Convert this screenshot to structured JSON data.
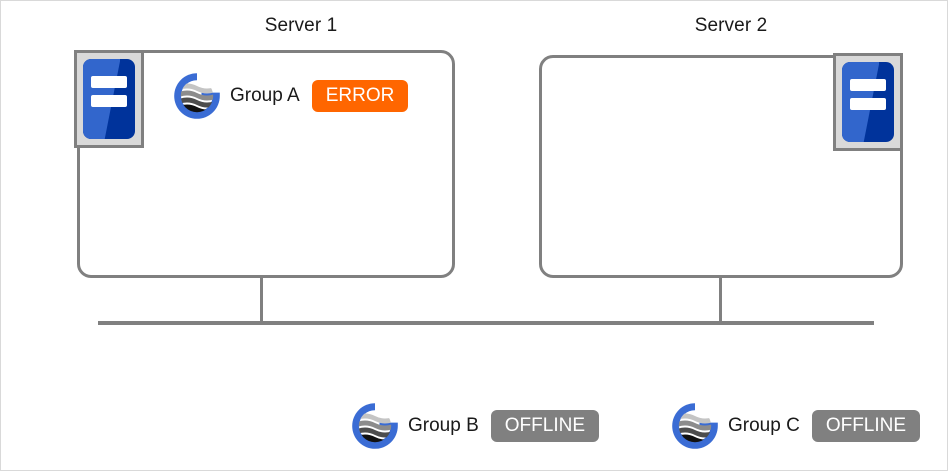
{
  "diagram": {
    "title_bar_color": "#808080",
    "servers": [
      {
        "id": "server-1",
        "title": "Server 1",
        "icon": "server-rack-icon",
        "groups": [
          {
            "id": "group-a",
            "logo": "group-globe-icon",
            "label": "Group A",
            "status": "ERROR",
            "status_color": "#ff6600"
          }
        ]
      },
      {
        "id": "server-2",
        "title": "Server 2",
        "icon": "server-rack-icon",
        "groups": []
      }
    ],
    "unassigned_groups": [
      {
        "id": "group-b",
        "logo": "group-globe-icon",
        "label": "Group B",
        "status": "OFFLINE",
        "status_color": "#808080"
      },
      {
        "id": "group-c",
        "logo": "group-globe-icon",
        "label": "Group C",
        "status": "OFFLINE",
        "status_color": "#808080"
      }
    ],
    "connectors": {
      "bus_color": "#808080",
      "count": 2
    },
    "colors": {
      "panel_border": "#808080",
      "icon_chassis_light": "#3266cc",
      "icon_chassis_dark": "#00339b",
      "icon_tray": "#d9d9d9",
      "logo_ring": "#3a6cd4",
      "page_border": "#d9d9d9"
    }
  }
}
